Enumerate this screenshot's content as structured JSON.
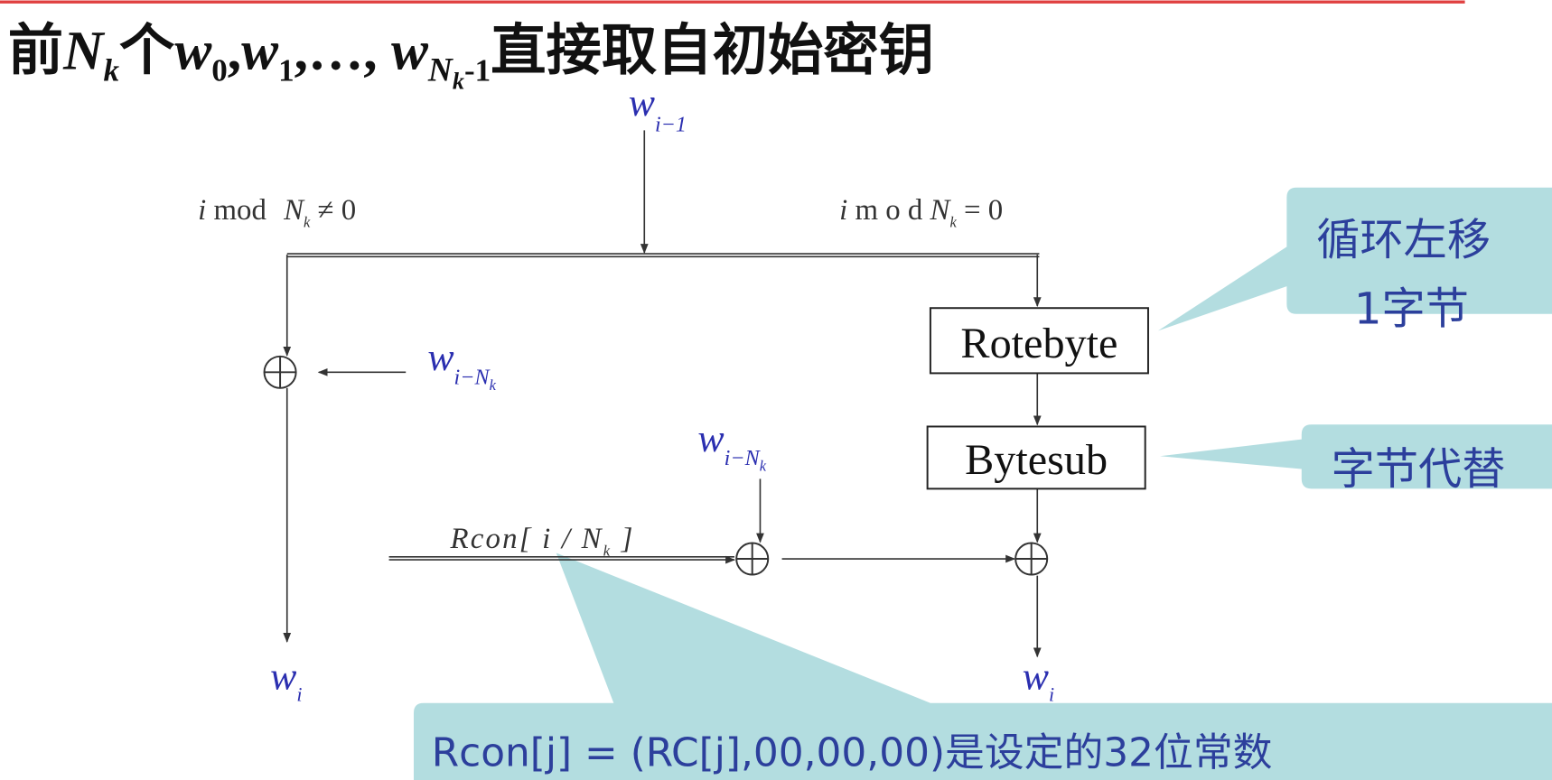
{
  "title": {
    "prefix": "前",
    "N": "N",
    "k": "k",
    "mid": "个",
    "w0": "w",
    "s0": "0",
    "w1": "w",
    "s1": "1",
    "dots": ",…, ",
    "wn": "w",
    "sn": "N",
    "snk": "k",
    "sn1": "-1",
    "suffix": "直接取自初始密钥",
    "comma": ","
  },
  "diagram": {
    "w_prev": {
      "w": "w",
      "sub": "i−1"
    },
    "cond_left": {
      "i": "i",
      "mod": " mod  ",
      "N": "N",
      "k": "k",
      "rel": " ≠ 0"
    },
    "cond_right": {
      "i": "i",
      "mod": " m o d ",
      "N": "N",
      "k": "k",
      "rel": " = 0"
    },
    "w_left_in": {
      "w": "w",
      "sub": "i−N",
      "k": "k"
    },
    "w_mid_in": {
      "w": "w",
      "sub": "i−N",
      "k": "k"
    },
    "rotebyte": "Rotebyte",
    "bytesub": "Bytesub",
    "rcon": {
      "a": "Rcon[ i / N",
      "k": "k",
      "b": " ]"
    },
    "w_out_left": {
      "w": "w",
      "sub": "i"
    },
    "w_out_right": {
      "w": "w",
      "sub": "i"
    }
  },
  "callouts": {
    "rotate": {
      "line1": "循环左移",
      "line2": "1字节"
    },
    "subst": "字节代替",
    "rcon_note": "Rcon[j] = (RC[j],00,00,00)是设定的32位常数"
  },
  "colors": {
    "blue": "#2b2fb0",
    "callout": "#b3dde0",
    "callout_text": "#2c3f9c",
    "rule": "#e04040"
  }
}
